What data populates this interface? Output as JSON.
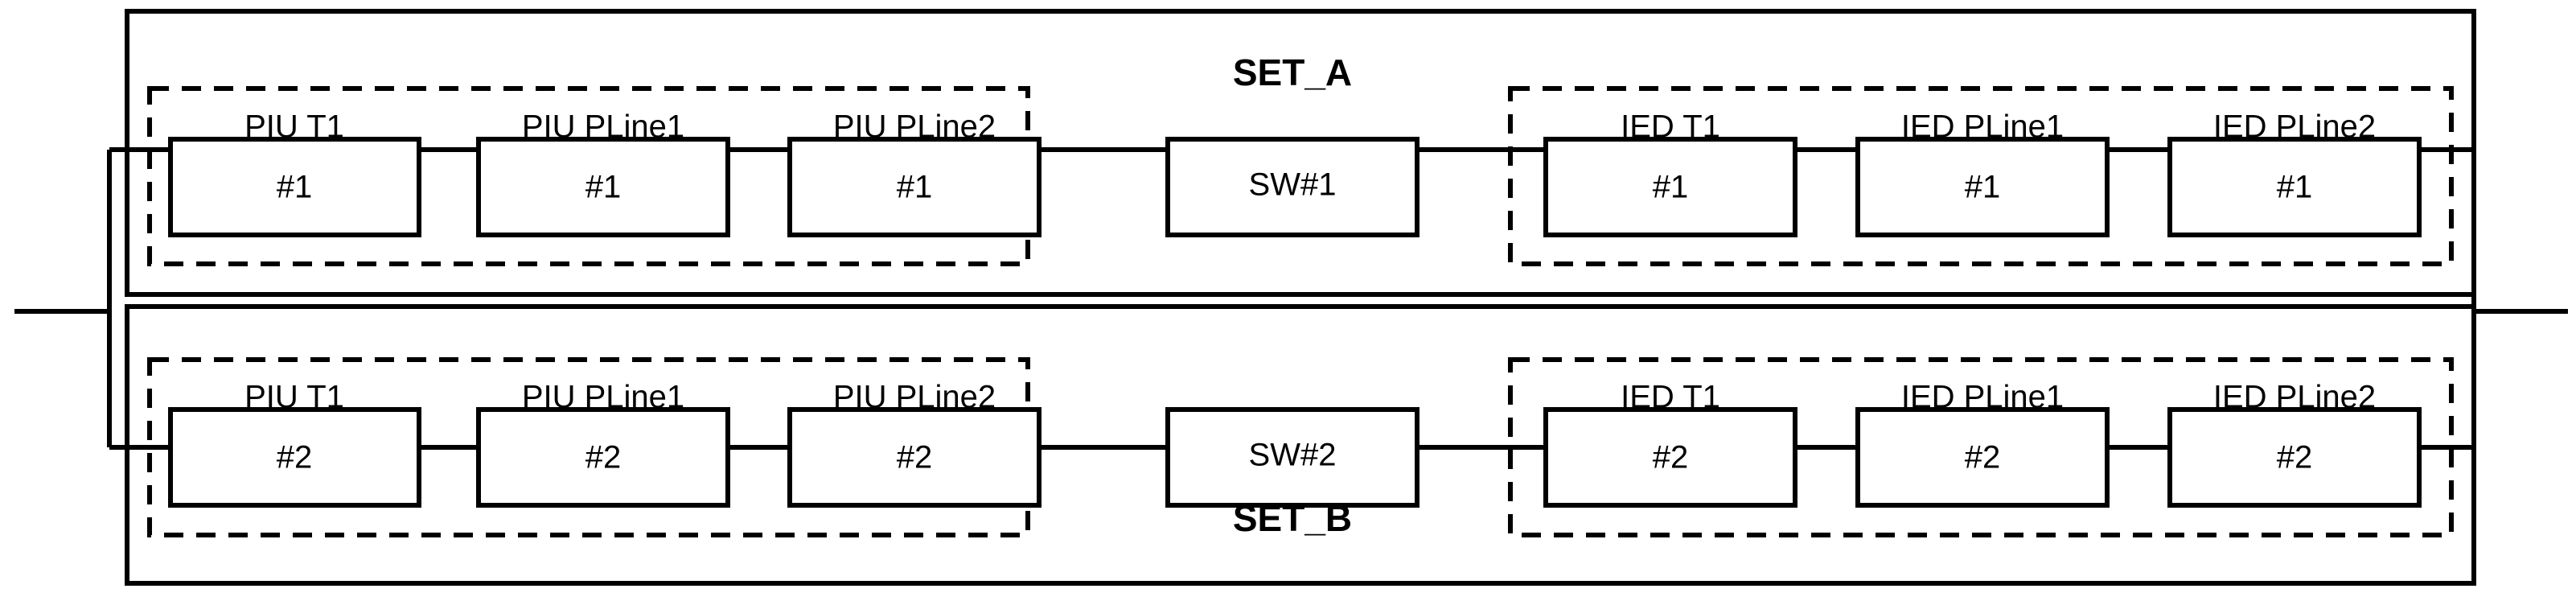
{
  "diagram": {
    "title_set_a": "SET_A",
    "title_set_b": "SET_B",
    "sets": [
      {
        "name": "SET_A",
        "suffix": "#1",
        "left_group": {
          "nodes": [
            {
              "line1": "PIU T1",
              "line2": "#1"
            },
            {
              "line1": "PIU PLine1",
              "line2": "#1"
            },
            {
              "line1": "PIU PLine2",
              "line2": "#1"
            }
          ]
        },
        "switch": {
          "line1": "SW#1",
          "line2": ""
        },
        "right_group": {
          "nodes": [
            {
              "line1": "IED T1",
              "line2": "#1"
            },
            {
              "line1": "IED PLine1",
              "line2": "#1"
            },
            {
              "line1": "IED PLine2",
              "line2": "#1"
            }
          ]
        }
      },
      {
        "name": "SET_B",
        "suffix": "#2",
        "left_group": {
          "nodes": [
            {
              "line1": "PIU T1",
              "line2": "#2"
            },
            {
              "line1": "PIU PLine1",
              "line2": "#2"
            },
            {
              "line1": "PIU PLine2",
              "line2": "#2"
            }
          ]
        },
        "switch": {
          "line1": "SW#2",
          "line2": ""
        },
        "right_group": {
          "nodes": [
            {
              "line1": "IED T1",
              "line2": "#2"
            },
            {
              "line1": "IED PLine1",
              "line2": "#2"
            },
            {
              "line1": "IED PLine2",
              "line2": "#2"
            }
          ]
        }
      }
    ],
    "colors": {
      "stroke": "#000000",
      "background": "#ffffff",
      "text": "#000000"
    }
  }
}
